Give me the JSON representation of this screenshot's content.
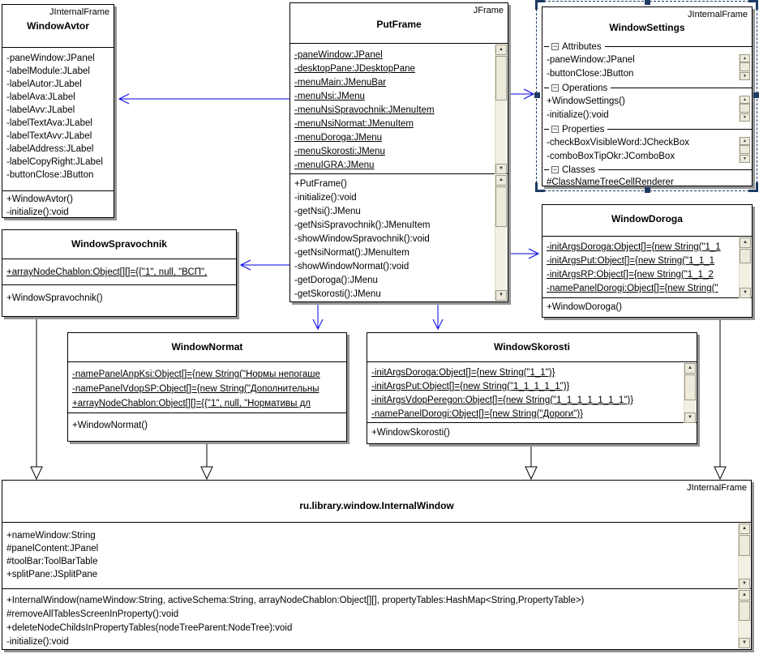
{
  "colors": {
    "association_blue": "#0000e6",
    "selection_navy": "#1e3c64",
    "box_shadow_gray": "#949494",
    "box_border": "#000000",
    "box_fill": "#ffffff"
  },
  "icons": {
    "scroll_up_glyph": "▲",
    "scroll_down_glyph": "▼",
    "collapse_glyph": "−"
  },
  "classes": {
    "window_avtor": {
      "stereotype": "JInternalFrame",
      "name": "WindowAvtor",
      "attributes": [
        "-paneWindow:JPanel",
        "-labelModule:JLabel",
        "-labelAutor:JLabel",
        "-labelAva:JLabel",
        "-labelAvv:JLabel",
        "-labelTextAva:JLabel",
        "-labelTextAvv:JLabel",
        "-labelAddress:JLabel",
        "-labelCopyRight:JLabel",
        "-buttonClose:JButton"
      ],
      "methods": [
        "+WindowAvtor()",
        "-initialize():void"
      ]
    },
    "put_frame": {
      "stereotype": "JFrame",
      "name": "PutFrame",
      "attributes": [
        "-paneWindow:JPanel",
        "-desktopPane:JDesktopPane",
        "-menuMain:JMenuBar",
        "-menuNsi:JMenu",
        "-menuNsiSpravochnik:JMenuItem",
        "-menuNsiNormat:JMenuItem",
        "-menuDoroga:JMenu",
        "-menuSkorosti:JMenu",
        "-menuIGRA:JMenu"
      ],
      "methods": [
        "+PutFrame()",
        "-initialize():void",
        "-getNsi():JMenu",
        "-getNsiSpravochnik():JMenuItem",
        "-showWindowSpravochnik():void",
        "-getNsiNormat():JMenuItem",
        "-showWindowNormat():void",
        "-getDoroga():JMenu",
        "-getSkorosti():JMenu"
      ]
    },
    "window_settings": {
      "stereotype": "JInternalFrame",
      "name": "WindowSettings",
      "sections": [
        {
          "label": "Attributes",
          "items": [
            "-paneWindow:JPanel",
            "-buttonClose:JButton"
          ]
        },
        {
          "label": "Operations",
          "items": [
            "+WindowSettings()",
            "-initialize():void"
          ]
        },
        {
          "label": "Properties",
          "items": [
            "-checkBoxVisibleWord:JCheckBox",
            "-comboBoxTipOkr:JComboBox"
          ]
        },
        {
          "label": "Classes",
          "items": [
            "#ClassNameTreeCellRenderer"
          ]
        }
      ]
    },
    "window_doroga": {
      "name": "WindowDoroga",
      "attributes": [
        "-initArgsDoroga:Object[]={new String(\"1_1",
        "-initArgsPut:Object[]={new String(\"1_1_1",
        "-initArgsRP:Object[]={new String(\"1_1_2",
        "-namePanelDorogi:Object[]={new String(\""
      ],
      "methods": [
        "+WindowDoroga()"
      ]
    },
    "window_spravochnik": {
      "name": "WindowSpravochnik",
      "attributes": [
        "+arrayNodeChablon:Object[][]={{\"1\", null, \"ВСП\","
      ],
      "methods": [
        "+WindowSpravochnik()"
      ]
    },
    "window_normat": {
      "name": "WindowNormat",
      "attributes": [
        "-namePanelAnpKsi:Object[]={new String(\"Нормы непогаше",
        "-namePanelVdopSP:Object[]={new String(\"Дополнительны",
        "+arrayNodeChablon:Object[][]={{\"1\", null, \"Нормативы дл"
      ],
      "methods": [
        "+WindowNormat()"
      ]
    },
    "window_skorosti": {
      "name": "WindowSkorosti",
      "attributes": [
        "-initArgsDoroga:Object[]={new String(\"1_1\")}",
        "-initArgsPut:Object[]={new String(\"1_1_1_1_1\")}",
        "-initArgsVdopPeregon:Object[]={new String(\"1_1_1_1_1_1_1\")}",
        "-namePanelDorogi:Object[]={new String(\"Дороги\")}"
      ],
      "methods": [
        "+WindowSkorosti()"
      ]
    },
    "internal_window": {
      "stereotype": "JInternalFrame",
      "name": "ru.library.window.InternalWindow",
      "attributes": [
        "+nameWindow:String",
        "#panelContent:JPanel",
        "#toolBar:ToolBarTable",
        "+splitPane:JSplitPane"
      ],
      "methods": [
        "+InternalWindow(nameWindow:String, activeSchema:String, arrayNodeChablon:Object[][], propertyTables:HashMap<String,PropertyTable>)",
        "#removeAllTablesScreenInProperty():void",
        "+deleteNodeChildsInPropertyTables(nodeTreeParent:NodeTree):void",
        "-initialize():void"
      ]
    }
  }
}
